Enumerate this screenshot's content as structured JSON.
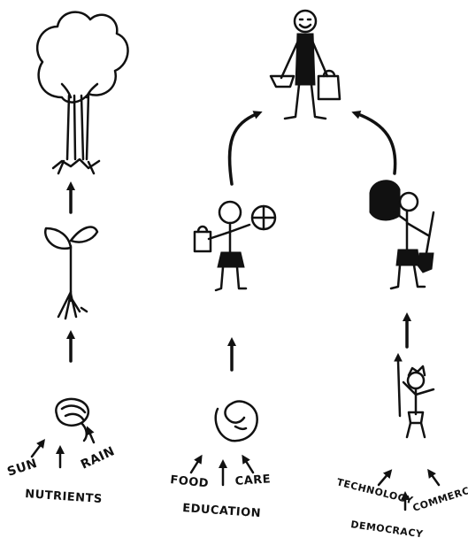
{
  "labels": {
    "plant": {
      "sun": "SUN",
      "rain": "RAIN",
      "nutrients": "NUTRIENTS"
    },
    "child": {
      "food": "FOOD",
      "care": "CARE",
      "education": "EDUCATION"
    },
    "society": {
      "technology": "TECHNOLOGY",
      "commerce": "COMMERCE",
      "democracy": "DEMOCRACY"
    }
  }
}
